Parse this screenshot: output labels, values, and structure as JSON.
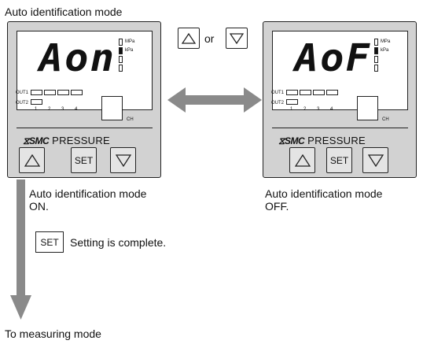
{
  "title": "Auto identification mode",
  "connector_or": "or",
  "left_display": {
    "readout": "Aon",
    "units": [
      "MPa",
      "kPa"
    ],
    "out_labels": [
      "OUT1",
      "OUT2"
    ],
    "channel_numbers": [
      "1",
      "2",
      "3",
      "4"
    ],
    "ch_label": "CH",
    "brand": "SMC",
    "product": "PRESSURE",
    "set_label": "SET"
  },
  "right_display": {
    "readout": "AoF",
    "units": [
      "MPa",
      "kPa"
    ],
    "out_labels": [
      "OUT1",
      "OUT2"
    ],
    "channel_numbers": [
      "1",
      "2",
      "3",
      "4"
    ],
    "ch_label": "CH",
    "brand": "SMC",
    "product": "PRESSURE",
    "set_label": "SET"
  },
  "caption_on_line1": "Auto identification mode",
  "caption_on_line2": "ON.",
  "caption_off_line1": "Auto identification mode",
  "caption_off_line2": "OFF.",
  "set_step": {
    "key_label": "SET",
    "text": "Setting is complete."
  },
  "footer": "To measuring mode",
  "colors": {
    "arrow": "#8a8a8a",
    "panel": "#d2d2d2",
    "button": "#e4e4e4"
  }
}
